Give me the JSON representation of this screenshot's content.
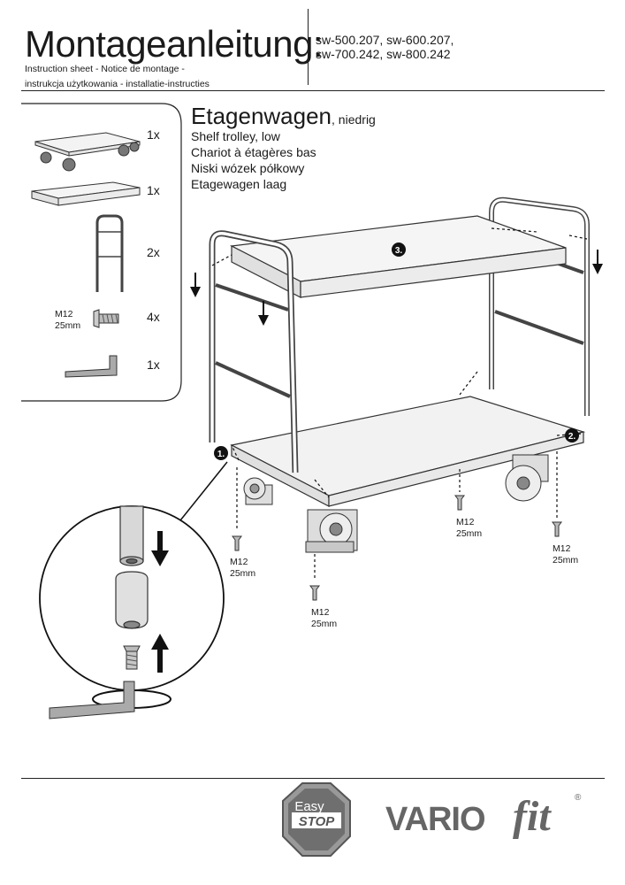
{
  "header": {
    "title": "Montageanleitung:",
    "subtitle_line1": "Instruction sheet - Notice de montage  -",
    "subtitle_line2": "instrukcja użytkowania - installatie-instructies",
    "models_line1": "sw-500.207, sw-600.207,",
    "models_line2": "sw-700.242, sw-800.242"
  },
  "product": {
    "name_main": "Etagenwagen",
    "name_suffix": ", niedrig",
    "lines": [
      "Shelf trolley, low",
      "Chariot à étagères bas",
      "Niski wózek półkowy",
      "Etagewagen laag"
    ]
  },
  "parts": [
    {
      "qty": "1x",
      "icon": "trolley-base-icon"
    },
    {
      "qty": "1x",
      "icon": "shelf-tray-icon"
    },
    {
      "qty": "2x",
      "icon": "handle-frame-icon"
    },
    {
      "qty": "4x",
      "icon": "screw-icon",
      "spec1": "M12",
      "spec2": "25mm"
    },
    {
      "qty": "1x",
      "icon": "hex-key-icon"
    }
  ],
  "steps": [
    "1.",
    "2.",
    "3."
  ],
  "screw_labels": [
    {
      "line1": "M12",
      "line2": "25mm"
    },
    {
      "line1": "M12",
      "line2": "25mm"
    },
    {
      "line1": "M12",
      "line2": "25mm"
    },
    {
      "line1": "M12",
      "line2": "25mm"
    }
  ],
  "badge": {
    "line1": "Easy",
    "line2": "STOP"
  },
  "brand": {
    "part1": "VARIO",
    "part2": "fit",
    "mark": "®"
  }
}
